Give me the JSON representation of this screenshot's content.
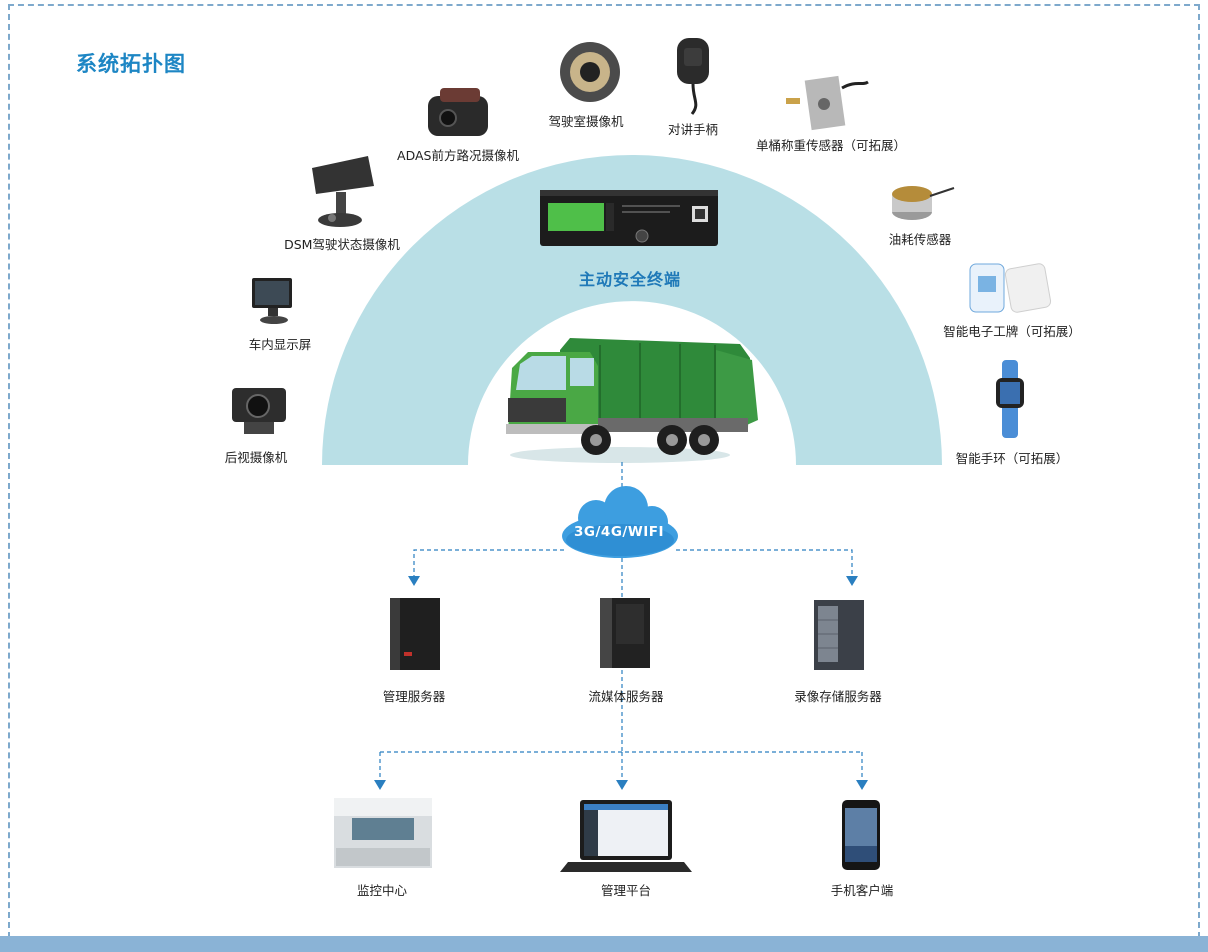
{
  "title": "系统拓扑图",
  "center": {
    "terminal_label": "主动安全终端",
    "network_label": "3G/4G/WIFI"
  },
  "left_devices": [
    {
      "label": "DSM驾驶状态摄像机",
      "icon": "dsm-camera-icon"
    },
    {
      "label": "车内显示屏",
      "icon": "monitor-icon"
    },
    {
      "label": "后视摄像机",
      "icon": "rear-camera-icon"
    }
  ],
  "top_devices": [
    {
      "label": "ADAS前方路况摄像机",
      "icon": "adas-camera-icon"
    },
    {
      "label": "驾驶室摄像机",
      "icon": "cab-camera-icon"
    },
    {
      "label": "对讲手柄",
      "icon": "handset-icon"
    }
  ],
  "right_devices": [
    {
      "label": "单桶称重传感器（可拓展）",
      "icon": "weight-sensor-icon"
    },
    {
      "label": "油耗传感器",
      "icon": "fuel-sensor-icon"
    },
    {
      "label": "智能电子工牌（可拓展）",
      "icon": "badge-icon"
    },
    {
      "label": "智能手环（可拓展）",
      "icon": "wristband-icon"
    }
  ],
  "servers": [
    {
      "label": "管理服务器",
      "icon": "management-server-icon"
    },
    {
      "label": "流媒体服务器",
      "icon": "streaming-server-icon"
    },
    {
      "label": "录像存储服务器",
      "icon": "storage-server-icon"
    }
  ],
  "clients": [
    {
      "label": "监控中心",
      "icon": "monitoring-center-icon"
    },
    {
      "label": "管理平台",
      "icon": "laptop-icon"
    },
    {
      "label": "手机客户端",
      "icon": "phone-icon"
    }
  ],
  "colors": {
    "title": "#1d86c4",
    "arc": "#b9dfe6",
    "frame": "#7ea9cc",
    "connector": "#2a7fc0",
    "cloud": "#3d9ee0",
    "truck_cab": "#4aa845",
    "truck_body": "#2f8a3a"
  }
}
